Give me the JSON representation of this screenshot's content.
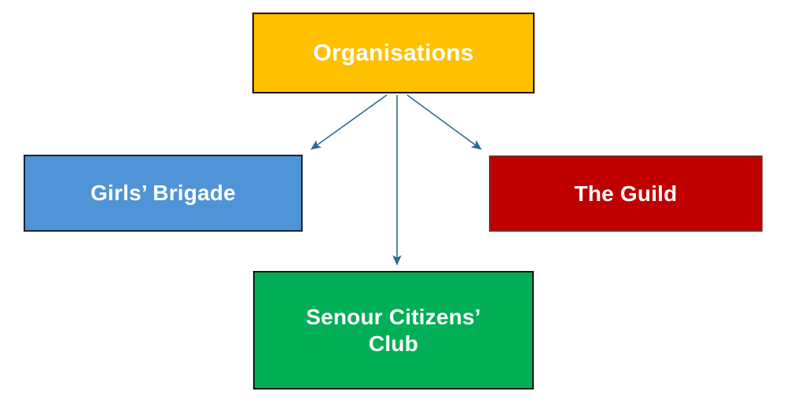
{
  "diagram": {
    "type": "hierarchy-flowchart",
    "background_color": "#FFFFFF",
    "root": {
      "id": "organisations",
      "label": "Organisations",
      "fill_color": "#FFC000",
      "border_color": "#231207",
      "text_color": "#FFFFFF"
    },
    "children": [
      {
        "id": "girls-brigade",
        "label": "Girls’ Brigade",
        "fill_color": "#5094D8",
        "border_color": "#1A2235",
        "text_color": "#FFFFFF"
      },
      {
        "id": "senior-citizens-club",
        "label": "Senour Citizens’ Club",
        "line1": "Senour Citizens’",
        "line2": "Club",
        "fill_color": "#03AF56",
        "border_color": "#0D1A10",
        "text_color": "#FFFFFF"
      },
      {
        "id": "the-guild",
        "label": "The Guild",
        "fill_color": "#C00000",
        "border_color": "#7D2A22",
        "text_color": "#FFFFFF"
      }
    ],
    "connectors": {
      "count": 3,
      "style": "solid-line-with-filled-arrowhead",
      "color": "#2E6C8E",
      "direction": "root-to-child",
      "edges": [
        {
          "from": "organisations",
          "to": "girls-brigade"
        },
        {
          "from": "organisations",
          "to": "senior-citizens-club"
        },
        {
          "from": "organisations",
          "to": "the-guild"
        }
      ]
    }
  }
}
